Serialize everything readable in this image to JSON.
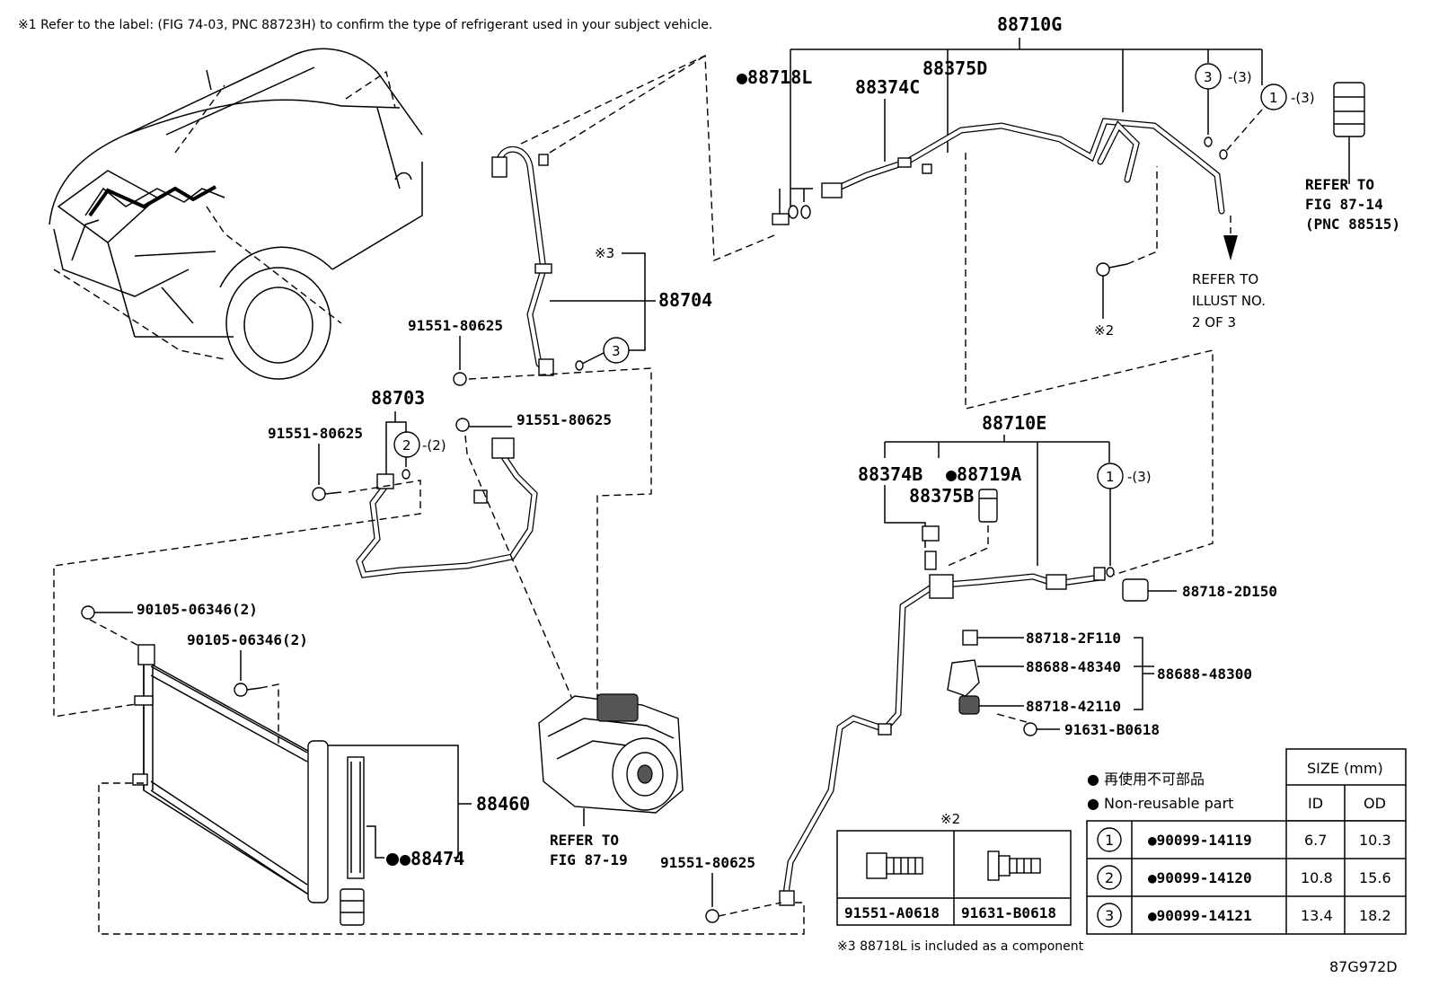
{
  "notes": {
    "note1": "※1 Refer to the label: (FIG 74-03, PNC 88723H) to confirm the type of refrigerant used in your subject vehicle.",
    "note3": "※3 88718L is included as a component",
    "diagram_code": "87G972D"
  },
  "callouts": {
    "p88710G": "88710G",
    "p88718L": "●88718L",
    "p88374C": "88374C",
    "p88375D": "88375D",
    "c3_top": "3",
    "c3_top_qty": "-(3)",
    "c1_top": "1",
    "c1_top_qty": "-(3)",
    "ref_8714_a": "REFER TO",
    "ref_8714_b": "FIG 87-14",
    "ref_8714_c": "(PNC 88515)",
    "ref_illust_a": "REFER TO",
    "ref_illust_b": "ILLUST NO.",
    "ref_illust_c": "2 OF 3",
    "x2_top": "※2",
    "x3": "※3",
    "p88704": "88704",
    "c3_mid": "3",
    "bolt_a": "91551-80625",
    "bolt_b": "91551-80625",
    "bolt_c": "91551-80625",
    "bolt_d": "91551-80625",
    "p88703": "88703",
    "c2": "2",
    "c2_qty": "-(2)",
    "bolt_90105_a": "90105-06346(2)",
    "bolt_90105_b": "90105-06346(2)",
    "p88460": "88460",
    "p88474": "●88474",
    "ref_8719_a": "REFER TO",
    "ref_8719_b": "FIG 87-19",
    "p88710E": "88710E",
    "p88374B": "88374B",
    "p88719A": "●88719A",
    "p88375B": "88375B",
    "c1_mid": "1",
    "c1_mid_qty": "-(3)",
    "p88718_2D150": "88718-2D150",
    "p88718_2F110": "88718-2F110",
    "p88688_48340": "88688-48340",
    "p88688_48300": "88688-48300",
    "p88718_42110": "88718-42110",
    "p91631_B0618": "91631-B0618"
  },
  "bolt_table": {
    "title": "※2",
    "cells": [
      "91551-A0618",
      "91631-B0618"
    ]
  },
  "legend": {
    "jp": "● 再使用不可部品",
    "en": "● Non-reusable part"
  },
  "size_table": {
    "header": "SIZE (mm)",
    "col_id": "ID",
    "col_od": "OD",
    "rows": [
      {
        "n": "1",
        "part": "●90099-14119",
        "id": "6.7",
        "od": "10.3"
      },
      {
        "n": "2",
        "part": "●90099-14120",
        "id": "10.8",
        "od": "15.6"
      },
      {
        "n": "3",
        "part": "●90099-14121",
        "id": "13.4",
        "od": "18.2"
      }
    ]
  }
}
